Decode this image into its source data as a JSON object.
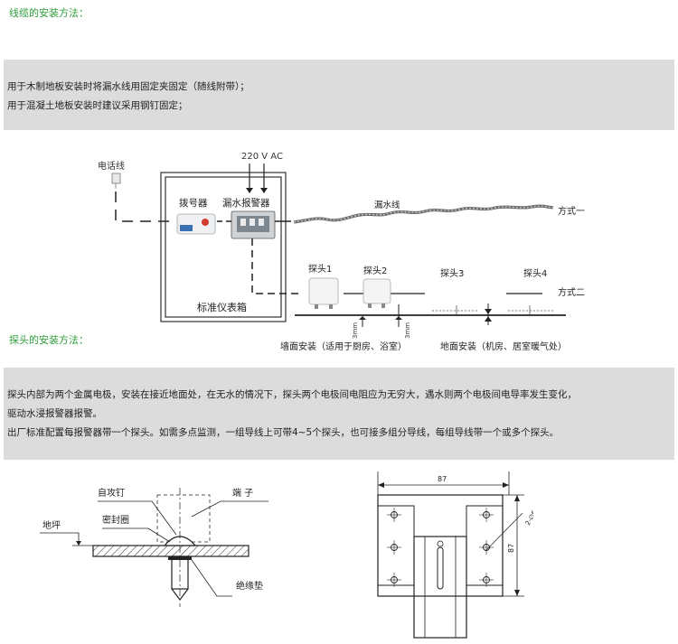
{
  "cable_section": {
    "heading": "线缆的安装方法：",
    "lines": [
      "用于木制地板安装时将漏水线用固定夹固定（随线附带）；",
      "用于混凝土地板安装时建议采用钢钉固定；"
    ]
  },
  "install_diagram": {
    "phone_line": "电话线",
    "power": "220 V AC",
    "dialer": "拨号器",
    "alarm": "漏水报警器",
    "cable": "漏水线",
    "method_one": "方式一",
    "method_two": "方式二",
    "box": "标准仪表箱",
    "probes": [
      "探头1",
      "探头2",
      "探头3",
      "探头4"
    ],
    "gap_1": "3mm",
    "gap_2": "3mm",
    "wall_caption": "墙面安装（适用于厨房、浴室）",
    "floor_caption": "地面安装（机房、居室暖气处）"
  },
  "probe_section": {
    "heading": "探头的安装方法：",
    "lines": [
      "探头内部为两个金属电极，安装在接近地面处，在无水的情况下，探头两个电极间电阻应为无穷大，遇水则两个电极间电导率发生变化，",
      "驱动水浸报警器报警。",
      "出厂标准配置每报警器带一个探头。如需多点监测，一组导线上可带4~5个探头，也可接多组分导线，每组导线带一个或多个探头。"
    ]
  },
  "cross_section": {
    "screw": "自攻钉",
    "terminal": "端 子",
    "seal": "密封圈",
    "floor": "地坪",
    "insulator": "绝缘垫"
  },
  "dimension_drawing": {
    "width": "87",
    "height": "87",
    "hole": "2-∅6"
  }
}
